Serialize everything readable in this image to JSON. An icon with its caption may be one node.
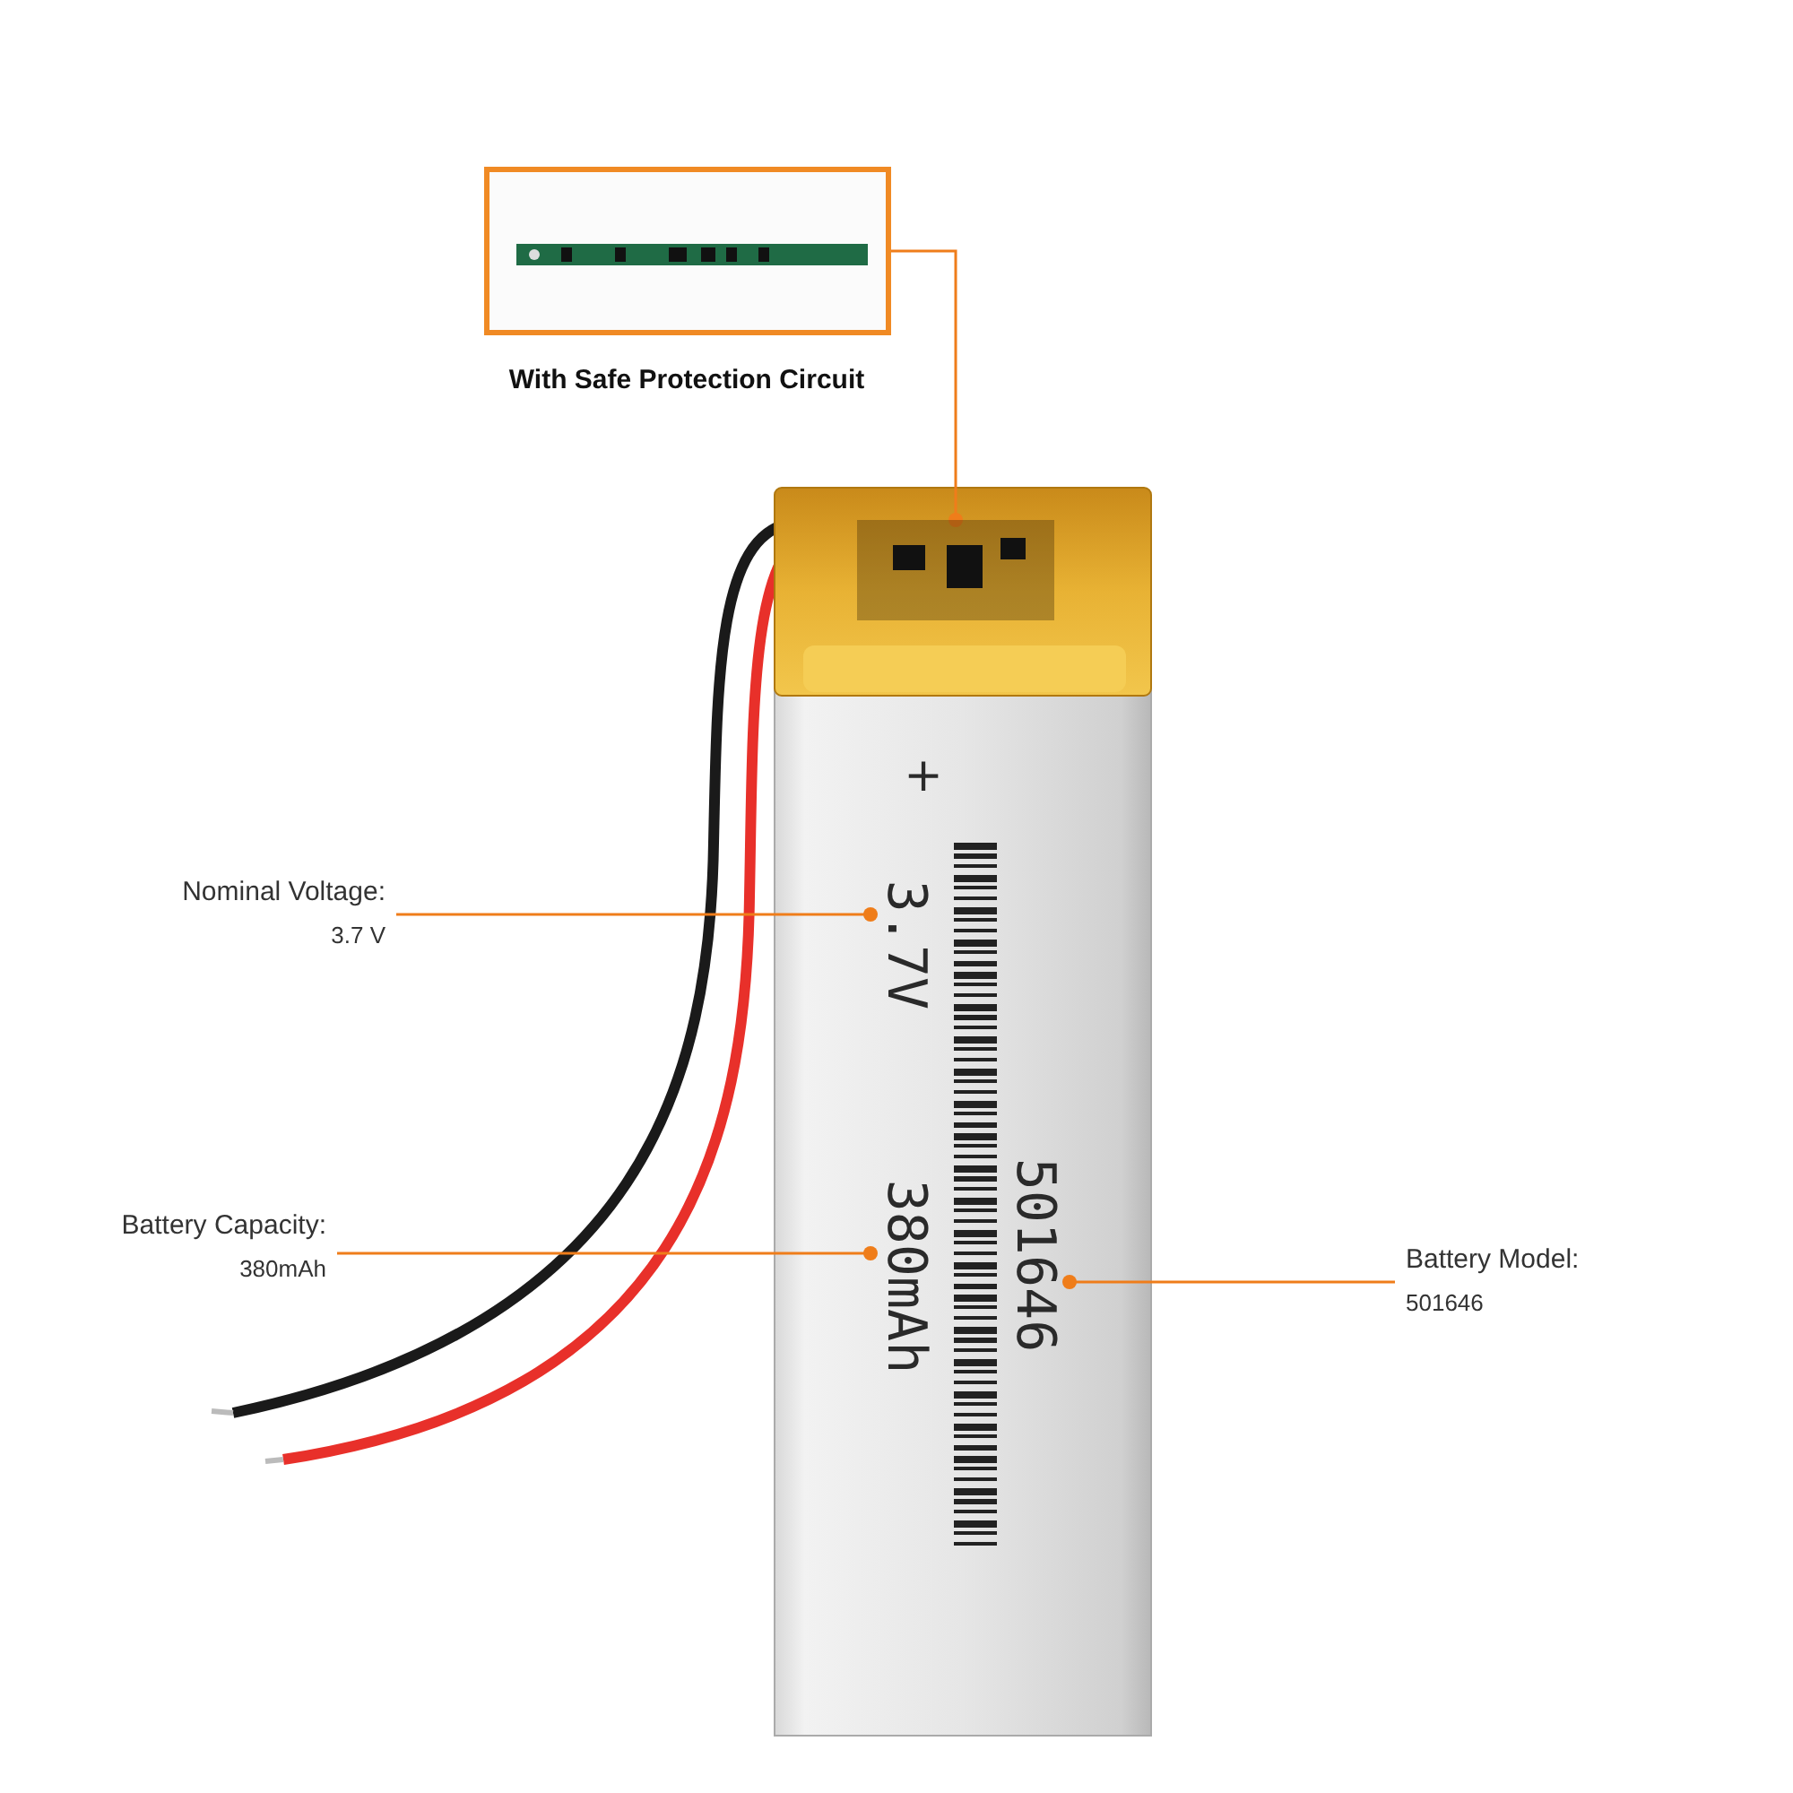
{
  "diagram": {
    "nodes": [
      {
        "text": [
          "Nominal Voltage:",
          "3.7 V"
        ]
      },
      {
        "text": [
          "Battery Capacity:",
          "380mAh"
        ]
      },
      {
        "text": [
          "Battery Model:",
          "501646"
        ]
      },
      {
        "text": [],
        "shape": "picture"
      },
      {
        "text": [],
        "shape": "box"
      },
      {
        "text": [
          "3.7V"
        ]
      },
      {
        "text": [
          "380mAh"
        ]
      },
      {
        "text": [
          "501646"
        ]
      }
    ],
    "edges": [
      {
        "from": 0,
        "to": 5,
        "arrow": "other"
      },
      {
        "from": 1,
        "to": 6,
        "arrow": "other"
      },
      {
        "from": 2,
        "to": 7,
        "arrow": "other"
      },
      {
        "from": 3,
        "to": 4,
        "arrow": "other"
      }
    ],
    "labels": [
      "With Safe Protection Circuit",
      "+"
    ]
  }
}
